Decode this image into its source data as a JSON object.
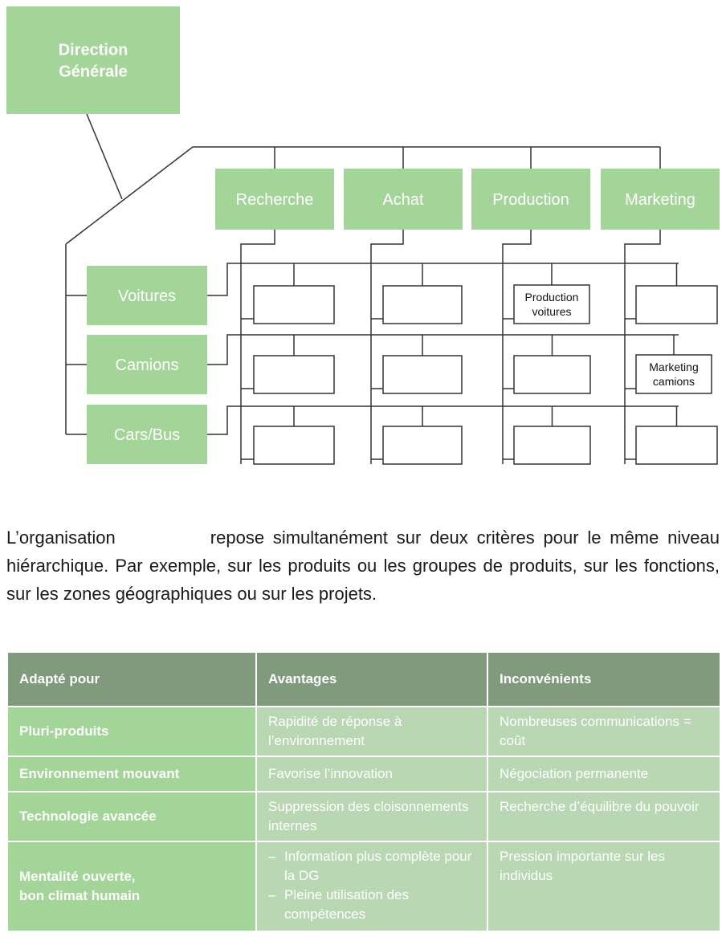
{
  "diagram": {
    "top": "Direction Générale",
    "functions": [
      "Recherche",
      "Achat",
      "Production",
      "Marketing"
    ],
    "products": [
      "Voitures",
      "Camions",
      "Cars/Bus"
    ],
    "cells": [
      [
        "",
        "",
        "Production voitures",
        ""
      ],
      [
        "",
        "",
        "",
        "Marketing camions"
      ],
      [
        "",
        "",
        "",
        ""
      ]
    ],
    "colors": {
      "green": "#a3d498",
      "line": "#333333"
    }
  },
  "paragraph": {
    "before": "L’organisation",
    "after": "repose simultanément sur deux critères pour le même niveau hiérarchique. Par exemple, sur les produits ou les groupes de produits, sur les fonctions, sur les zones géographiques ou sur les projets."
  },
  "table": {
    "headers": [
      "Adapté pour",
      "Avantages",
      "Inconvénients"
    ],
    "rows": [
      {
        "adapte": "Pluri-produits",
        "avantages": [
          "Rapidité de réponse à l’environnement"
        ],
        "inconvenients": "Nombreuses communications = coût"
      },
      {
        "adapte": "Environnement mouvant",
        "avantages": [
          "Favorise l’innovation"
        ],
        "inconvenients": "Négociation permanente"
      },
      {
        "adapte": "Technologie avancée",
        "avantages": [
          "Suppression des cloisonnements internes"
        ],
        "inconvenients": "Recherche d’équilibre du pouvoir"
      },
      {
        "adapte": "Mentalité ouverte, bon climat humain",
        "avantages": [
          "Information plus complète pour la DG",
          "Pleine utilisation des compétences"
        ],
        "inconvenients": "Pression importante sur les individus"
      }
    ],
    "colors": {
      "header": "#7f9b7c",
      "first_col": "#a3d498",
      "other_cols": "#bad7b4"
    }
  }
}
